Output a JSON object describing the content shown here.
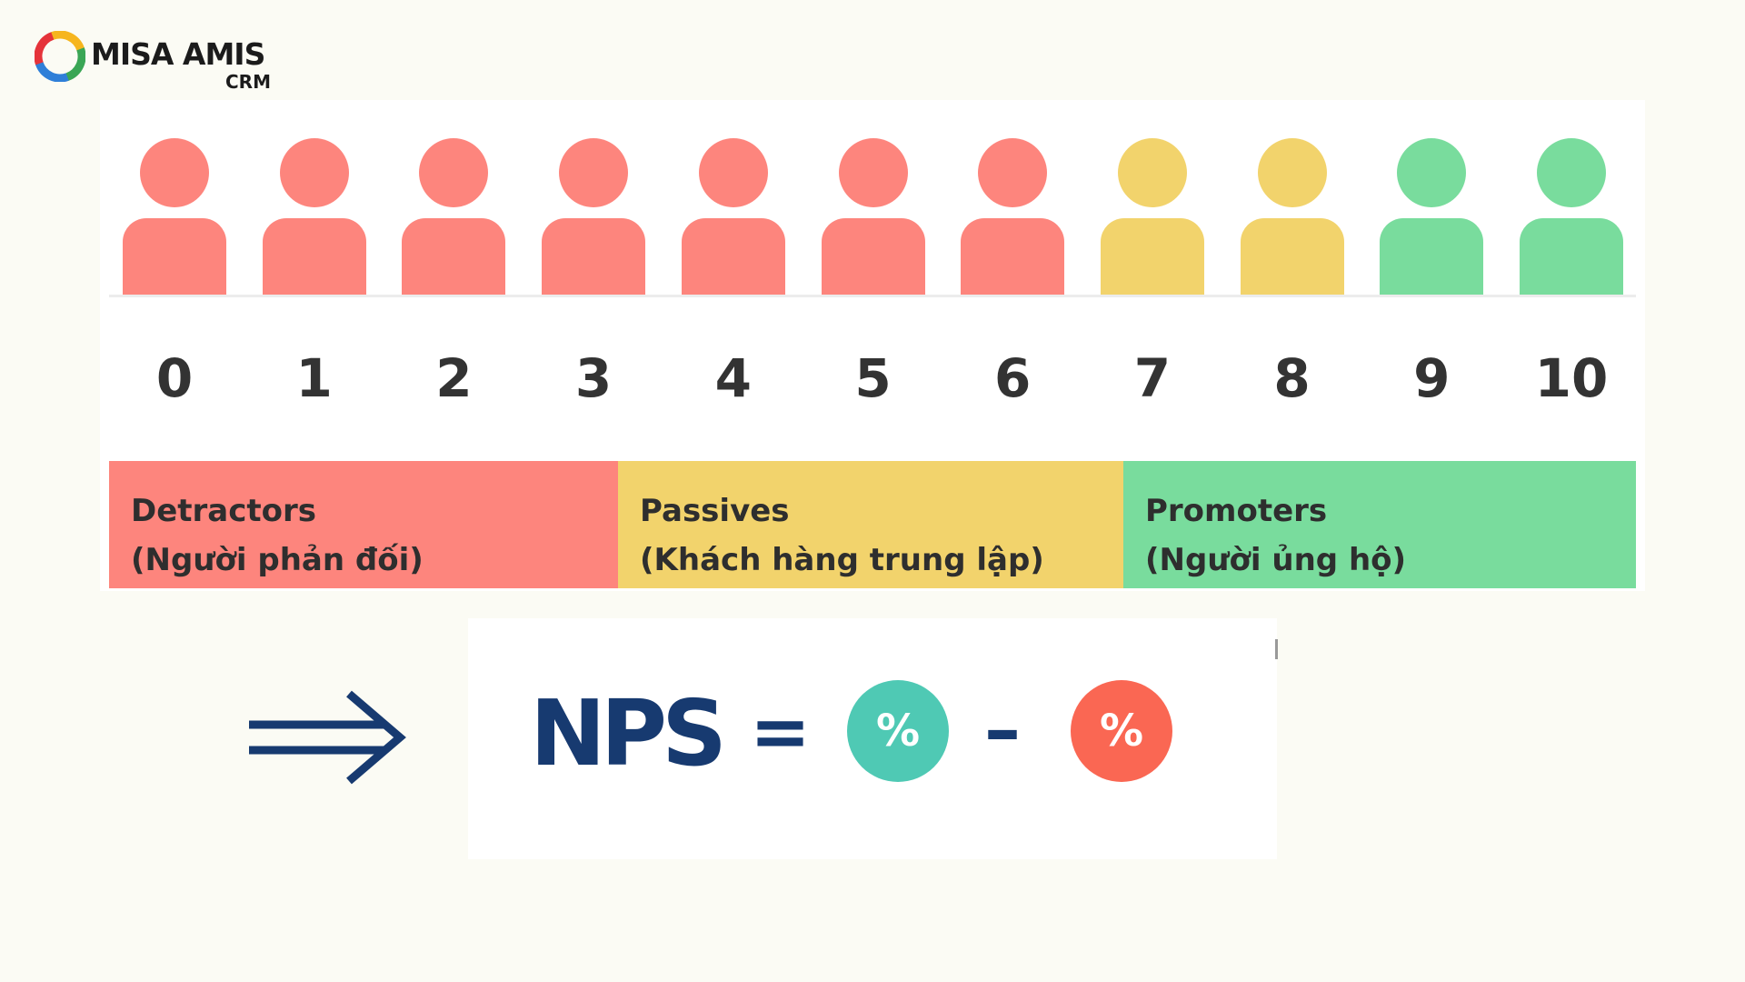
{
  "logo": {
    "brand": "MISA AMIS",
    "sub": "CRM"
  },
  "colors": {
    "detractor": "#fd857d",
    "passive": "#f2d36c",
    "promoter": "#79dc9d",
    "formula_text": "#173a70",
    "promoter_pct": "#4fc9b4",
    "detractor_pct": "#fa6753"
  },
  "scores": [
    "0",
    "1",
    "2",
    "3",
    "4",
    "5",
    "6",
    "7",
    "8",
    "9",
    "10"
  ],
  "segments": [
    {
      "title": "Detractors",
      "subtitle": "(Người phản đối)"
    },
    {
      "title": "Passives",
      "subtitle": "(Khách hàng trung lập)"
    },
    {
      "title": "Promoters",
      "subtitle": "(Người ủng hộ)"
    }
  ],
  "formula": {
    "name": "NPS",
    "equals": "=",
    "minus": "–",
    "promoter_symbol": "%",
    "detractor_symbol": "%"
  },
  "icons": {
    "arrow": "double-right-arrow-icon",
    "person": "person-icon"
  }
}
